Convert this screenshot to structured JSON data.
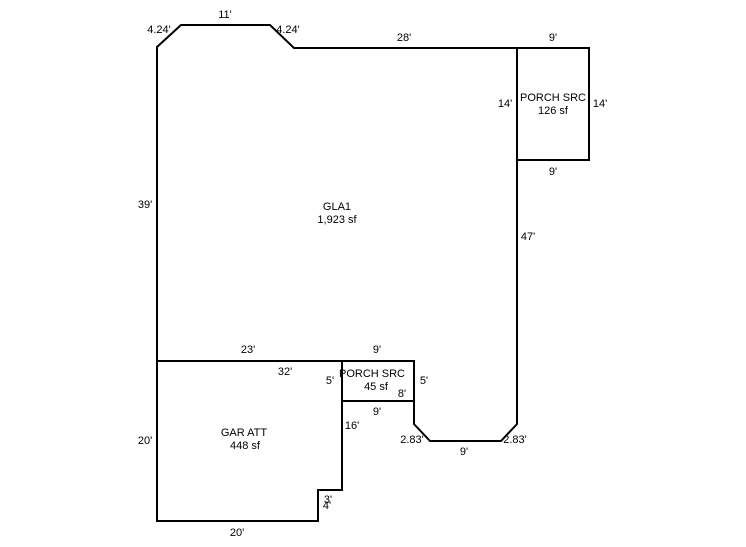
{
  "areas": {
    "gla": {
      "name": "GLA1",
      "area": "1,923 sf"
    },
    "porch_upper": {
      "name": "PORCH SRC",
      "area": "126 sf"
    },
    "porch_lower": {
      "name": "PORCH SRC",
      "area": "45 sf"
    },
    "garage": {
      "name": "GAR ATT",
      "area": "448 sf"
    }
  },
  "dims": {
    "top_left_angle": "4.24'",
    "top": "11'",
    "top_right_angle": "4.24'",
    "top_right_run": "28'",
    "left_wall": "39'",
    "porch_upper_top": "9'",
    "porch_upper_left": "14'",
    "porch_upper_right": "14'",
    "porch_upper_bottom": "9'",
    "right_wall": "47'",
    "gla_bottom_left": "23'",
    "porch_lower_top": "9'",
    "garage_top": "32'",
    "porch_lower_left": "5'",
    "porch_lower_right": "5'",
    "porch_lower_bottom_inner": "8'",
    "porch_lower_bottom": "9'",
    "bottom_left_angle": "2.83'",
    "bottom_right_angle": "2.83'",
    "bottom": "9'",
    "garage_left": "20'",
    "garage_right": "16'",
    "notch_vertical": "3'",
    "notch_horizontal": "4'",
    "garage_bottom": "20'"
  }
}
